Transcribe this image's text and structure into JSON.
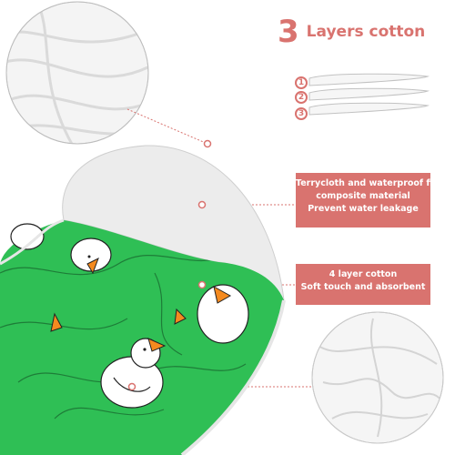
{
  "headline": {
    "number": "3",
    "text": "Layers cotton"
  },
  "layer_badges": [
    "1",
    "2",
    "3"
  ],
  "callouts": [
    {
      "lines": [
        "Terrycloth and waterproof film",
        "composite material",
        "Prevent water leakage"
      ]
    },
    {
      "lines": [
        "4 layer cotton",
        "Soft touch and absorbent"
      ]
    }
  ],
  "colors": {
    "accent": "#d9736f",
    "print_green": "#2fbf55",
    "fabric": "#f1f1f1"
  },
  "icons": [
    "duck-icon",
    "fabric-closeup-icon",
    "layers-icon"
  ]
}
